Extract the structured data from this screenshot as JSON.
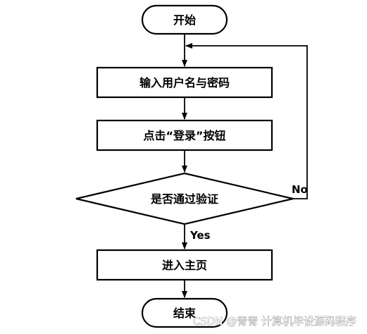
{
  "flowchart": {
    "start": "开始",
    "step_input": "输入用户名与密码",
    "step_click": "点击“登录”按钮",
    "decision": "是否通过验证",
    "label_no": "No",
    "label_yes": "Yes",
    "step_home": "进入主页",
    "end": "结束"
  },
  "watermark": {
    "text": "CSDN @青青 计算机毕设源码程序"
  }
}
